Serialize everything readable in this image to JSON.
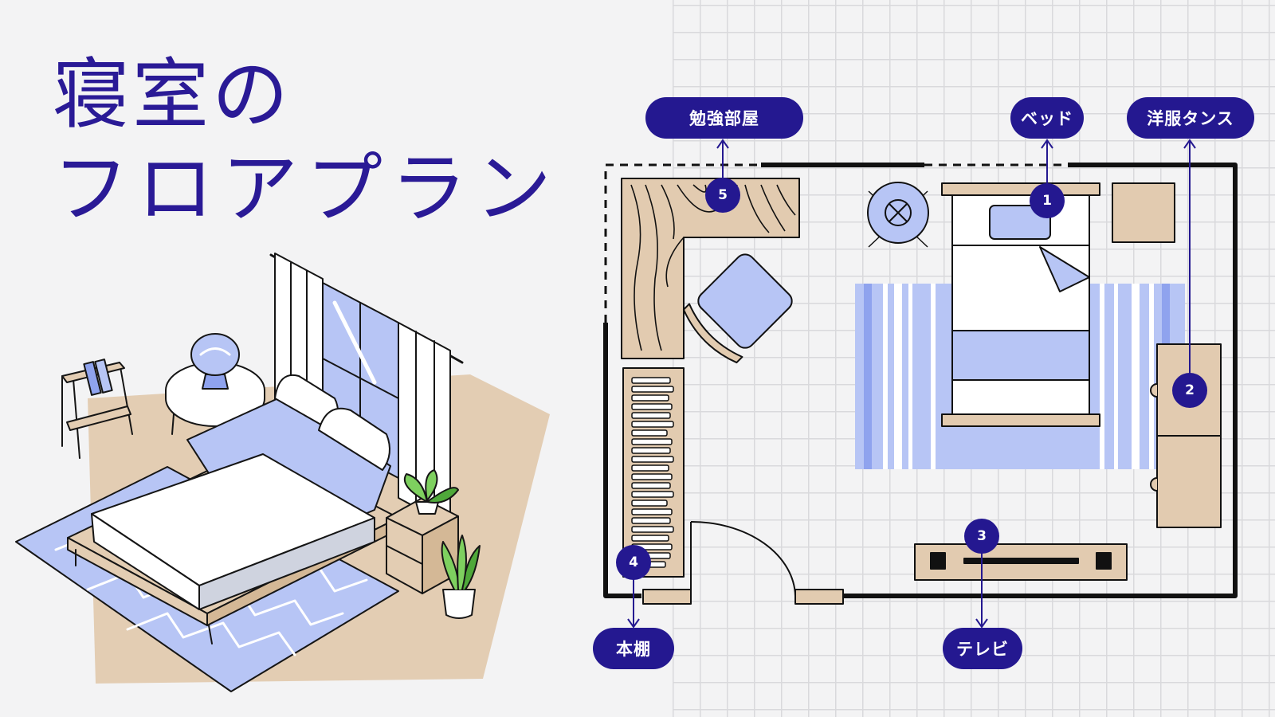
{
  "title": {
    "line1": "寝室の",
    "line2": "フロアプラン"
  },
  "labels": {
    "study": "勉強部屋",
    "bed": "ベッド",
    "wardrobe": "洋服タンス",
    "bookshelf": "本棚",
    "tv": "テレビ"
  },
  "markers": {
    "bed": "1",
    "wardrobe": "2",
    "tv": "3",
    "bookshelf": "4",
    "study": "5"
  },
  "colors": {
    "accent": "#241890",
    "title": "#2a1a96",
    "wood": "#e2cbb0",
    "blue_light": "#b9c6f5",
    "blue_mid": "#8fa3ee",
    "outline": "#111111"
  }
}
